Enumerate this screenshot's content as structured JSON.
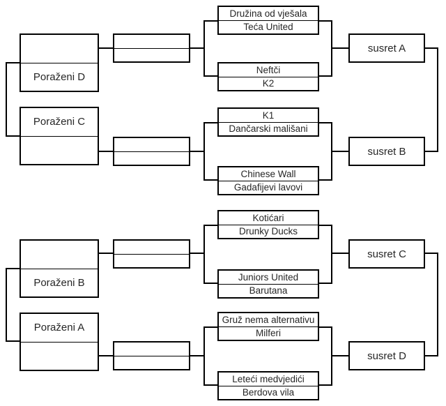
{
  "diagram_type": "tournament-bracket",
  "colors": {
    "line": "#000000",
    "text": "#262626",
    "background": "#ffffff"
  },
  "sections": [
    {
      "losers": [
        {
          "label": "Poraženi D"
        },
        {
          "label": "Poraženi C"
        }
      ],
      "teams": [
        "Družina od vješala",
        "Teća United",
        "Neftči",
        "K2",
        "K1",
        "Dančarski mališani",
        "Chinese Wall",
        "Gadafijevi lavovi"
      ],
      "matches": [
        {
          "label": "susret A"
        },
        {
          "label": "susret B"
        }
      ]
    },
    {
      "losers": [
        {
          "label": "Poraženi B"
        },
        {
          "label": "Poraženi A"
        }
      ],
      "teams": [
        "Kotićari",
        "Drunky Ducks",
        "Juniors United",
        "Barutana",
        "Gruž nema alternativu",
        "Milferi",
        "Leteći medvjedići",
        "Berdova vila"
      ],
      "matches": [
        {
          "label": "susret C"
        },
        {
          "label": "susret D"
        }
      ]
    }
  ]
}
